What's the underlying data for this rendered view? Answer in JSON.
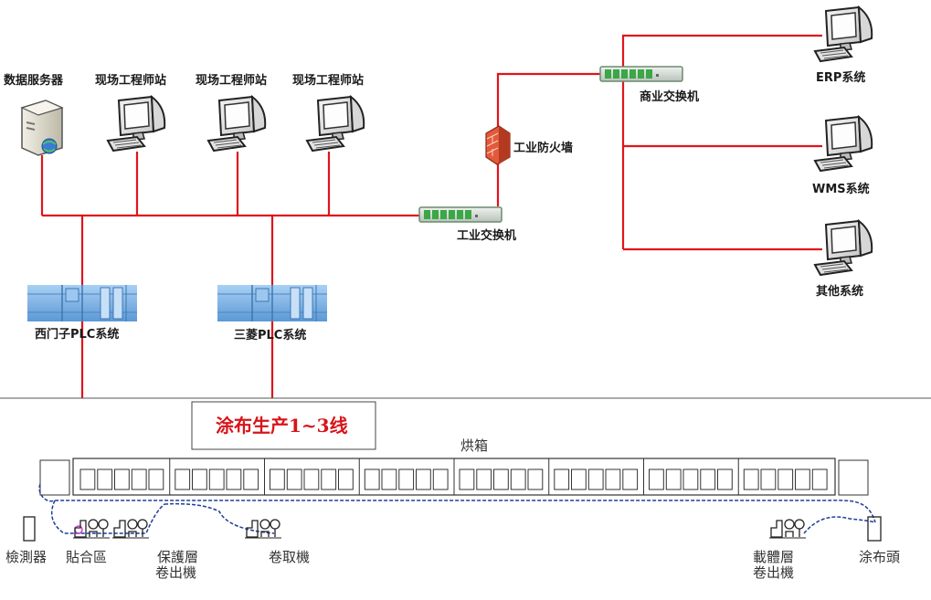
{
  "colors": {
    "network_line": "#e1141c",
    "divider": "#555555",
    "belt_line": "#1f3e9a",
    "plc_blue": "#7fb5e8"
  },
  "icons": {
    "server": "server-icon",
    "workstation": "computer-monitor-icon",
    "switch": "network-switch-icon",
    "firewall": "firewall-icon",
    "plc": "plc-rack-icon"
  },
  "nodes": {
    "data_server": "数据服务器",
    "engineer_1": "现场工程师站",
    "engineer_2": "现场工程师站",
    "engineer_3": "现场工程师站",
    "industrial_switch": "工业交换机",
    "firewall": "工业防火墙",
    "business_switch": "商业交换机",
    "erp": "ERP系统",
    "wms": "WMS系统",
    "other": "其他系统",
    "siemens_plc": "西门子PLC系统",
    "mitsubishi_plc": "三菱PLC系统"
  },
  "production": {
    "line_title": "涂布生产1~3线",
    "oven": "烘箱",
    "detector": "檢測器",
    "laminating": "貼合區",
    "protective_unwinder_1": "保護層",
    "protective_unwinder_2": "卷出機",
    "winder": "卷取機",
    "carrier_unwinder_1": "載體層",
    "carrier_unwinder_2": "卷出機",
    "coating_head": "涂布頭"
  }
}
